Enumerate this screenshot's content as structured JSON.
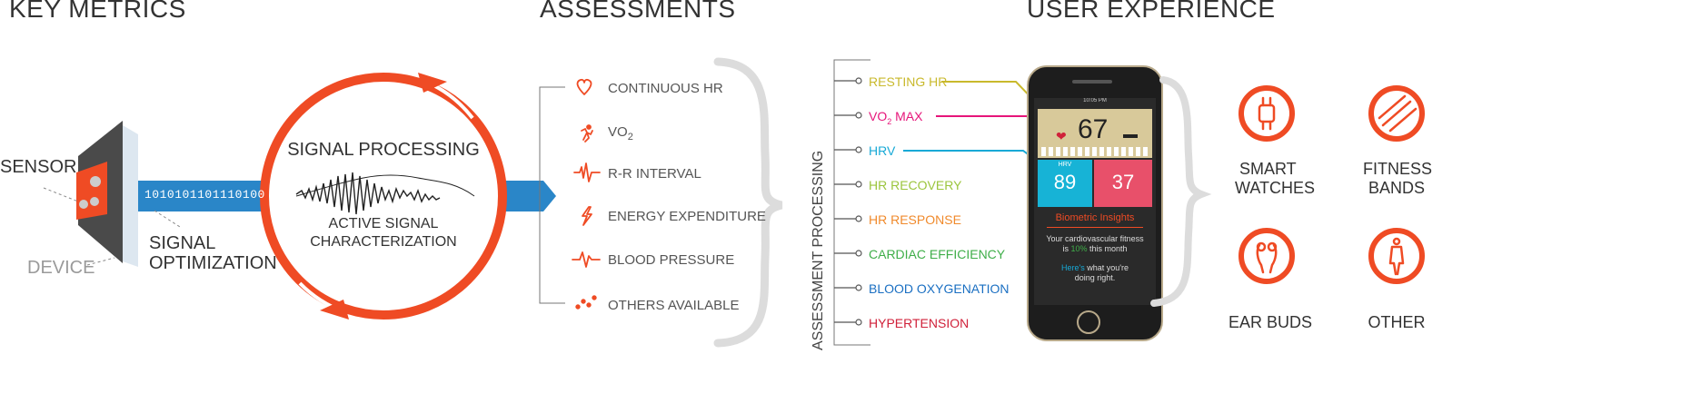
{
  "headings": {
    "key_metrics": "KEY METRICS",
    "assessments": "ASSESSMENTS",
    "user_experience": "USER EXPERIENCE"
  },
  "key_metrics": {
    "sensor": "SENSOR",
    "device": "DEVICE",
    "signal_optimization_1": "SIGNAL",
    "signal_optimization_2": "OPTIMIZATION",
    "binary": "1010101101110100",
    "signal_processing": "SIGNAL PROCESSING",
    "active_signal_1": "ACTIVE SIGNAL",
    "active_signal_2": "CHARACTERIZATION"
  },
  "assessments": [
    {
      "label": "CONTINUOUS HR",
      "icon": "heart-icon"
    },
    {
      "label": "VO",
      "sub": "2",
      "icon": "runner-icon"
    },
    {
      "label": "R-R INTERVAL",
      "icon": "rr-wave-icon"
    },
    {
      "label": "ENERGY EXPENDITURE",
      "icon": "lightning-icon"
    },
    {
      "label": "BLOOD PRESSURE",
      "icon": "pulse-icon"
    },
    {
      "label": "OTHERS AVAILABLE",
      "icon": "scatter-icon"
    }
  ],
  "assessment_processing": {
    "title": "ASSESSMENT PROCESSING",
    "items": [
      {
        "label": "RESTING HR",
        "color": "#c9b92c"
      },
      {
        "label": "VO",
        "sub": "2",
        "suffix": " MAX",
        "color": "#e6157a"
      },
      {
        "label": "HRV",
        "color": "#17a9d6"
      },
      {
        "label": "HR RECOVERY",
        "color": "#9bc53d"
      },
      {
        "label": "HR RESPONSE",
        "color": "#f08a2c"
      },
      {
        "label": "CARDIAC EFFICIENCY",
        "color": "#3fae49"
      },
      {
        "label": "BLOOD OXYGENATION",
        "color": "#1a6fc2"
      },
      {
        "label": "HYPERTENSION",
        "color": "#d0213a"
      }
    ]
  },
  "phone": {
    "time": "10:05 PM",
    "hr_value": "67",
    "hrv_label": "HRV",
    "hrv_value": "89",
    "vo2_value": "37",
    "insights_title": "Biometric Insights",
    "line1": "Your cardiovascular fitness",
    "line2_pre": "is ",
    "line2_pct": "10%",
    "line2_post": " this month",
    "line3_pre": "Here's",
    "line3_post": " what you're",
    "line4": "doing right."
  },
  "devices": [
    {
      "label1": "SMART",
      "label2": "WATCHES",
      "icon": "smartwatch-icon"
    },
    {
      "label1": "FITNESS",
      "label2": "BANDS",
      "icon": "fitness-band-icon"
    },
    {
      "label1": "EAR BUDS",
      "label2": "",
      "icon": "earbuds-icon"
    },
    {
      "label1": "OTHER",
      "label2": "",
      "icon": "other-device-icon"
    }
  ],
  "colors": {
    "accent": "#ef4b24",
    "blue": "#2a86c8",
    "text": "#333333",
    "grey": "#cfcfcf"
  }
}
